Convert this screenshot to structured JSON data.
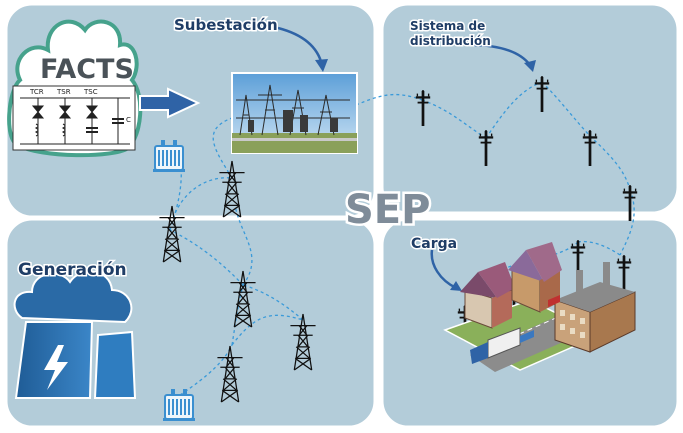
{
  "labels": {
    "subestacion": "Subestación",
    "sistema_line1": "Sistema de",
    "sistema_line2": "distribución",
    "sep": "SEP",
    "generacion": "Generación",
    "carga": "Carga",
    "facts": "FACTS"
  },
  "facts_circuit": {
    "branches": [
      "TCR",
      "TSR",
      "TSC"
    ],
    "capacitor_label": "C"
  },
  "colors": {
    "panel_fill": "#b3ccd9",
    "panel_stroke": "#ffffff",
    "cloud_stroke": "#46a28c",
    "arrow_blue": "#2f63a6",
    "line_dotted": "#3a9ad9",
    "plant": "#2a6aa6"
  },
  "icons": [
    "subestacion-photo",
    "transformer-icon",
    "transmission-tower-icon",
    "distribution-pole-icon",
    "power-plant-icon",
    "city-load-icon"
  ]
}
